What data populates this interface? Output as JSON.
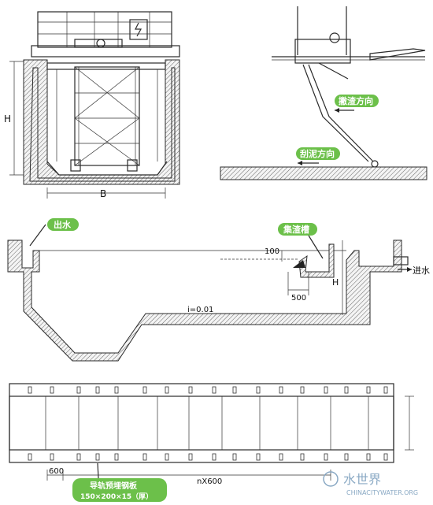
{
  "top_left": {
    "height_label": "H",
    "width_label": "B"
  },
  "top_right": {
    "scum_direction": "撇渣方向",
    "mud_direction": "刮泥方向"
  },
  "middle": {
    "outlet_label": "出水",
    "scum_trough_label": "集渣槽",
    "inlet_label": "进水",
    "slope_label": "i=0.01",
    "dim_100": "100",
    "dim_500": "500",
    "height_label": "H"
  },
  "bottom": {
    "dim_600": "600",
    "dim_nx600": "nX600",
    "plate_label_line1": "导轨预埋钢板",
    "plate_label_line2": "150×200×15（厚）"
  },
  "watermark": {
    "text_cn": "水世界",
    "text_en": "CHINACITYWATER.ORG"
  },
  "colors": {
    "tag_green": "#6cc04a",
    "line": "#2a2a2a",
    "watermark": "#8aa9c4"
  }
}
